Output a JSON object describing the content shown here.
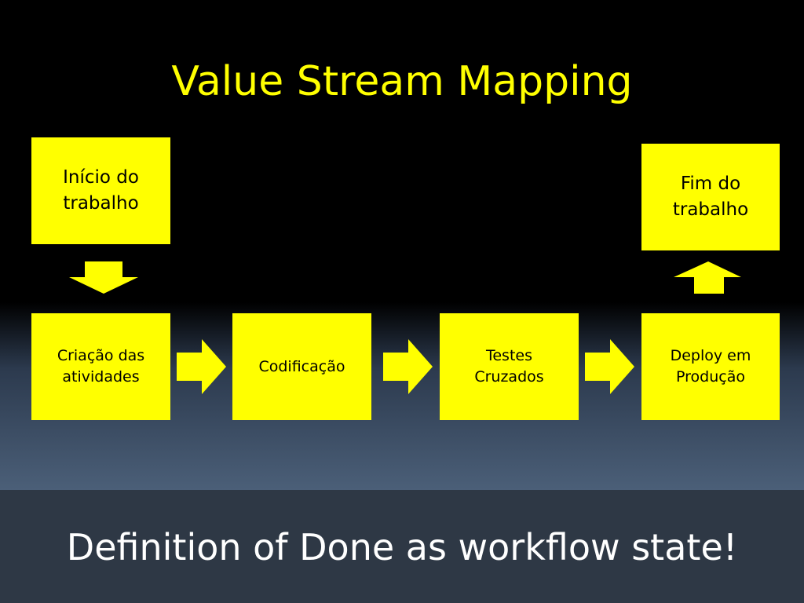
{
  "slide": {
    "title": "Value Stream Mapping",
    "footer": "Definition of Done as workflow state!"
  },
  "colors": {
    "box_fill": "#ffff00",
    "title_color": "#ffff00",
    "footer_text_color": "#ffffff"
  },
  "diagram": {
    "start": "Início do\ntrabalho",
    "end": "Fim do\ntrabalho",
    "steps": [
      "Criação das\natividades",
      "Codificação",
      "Testes\nCruzados",
      "Deploy em\nProdução"
    ]
  }
}
